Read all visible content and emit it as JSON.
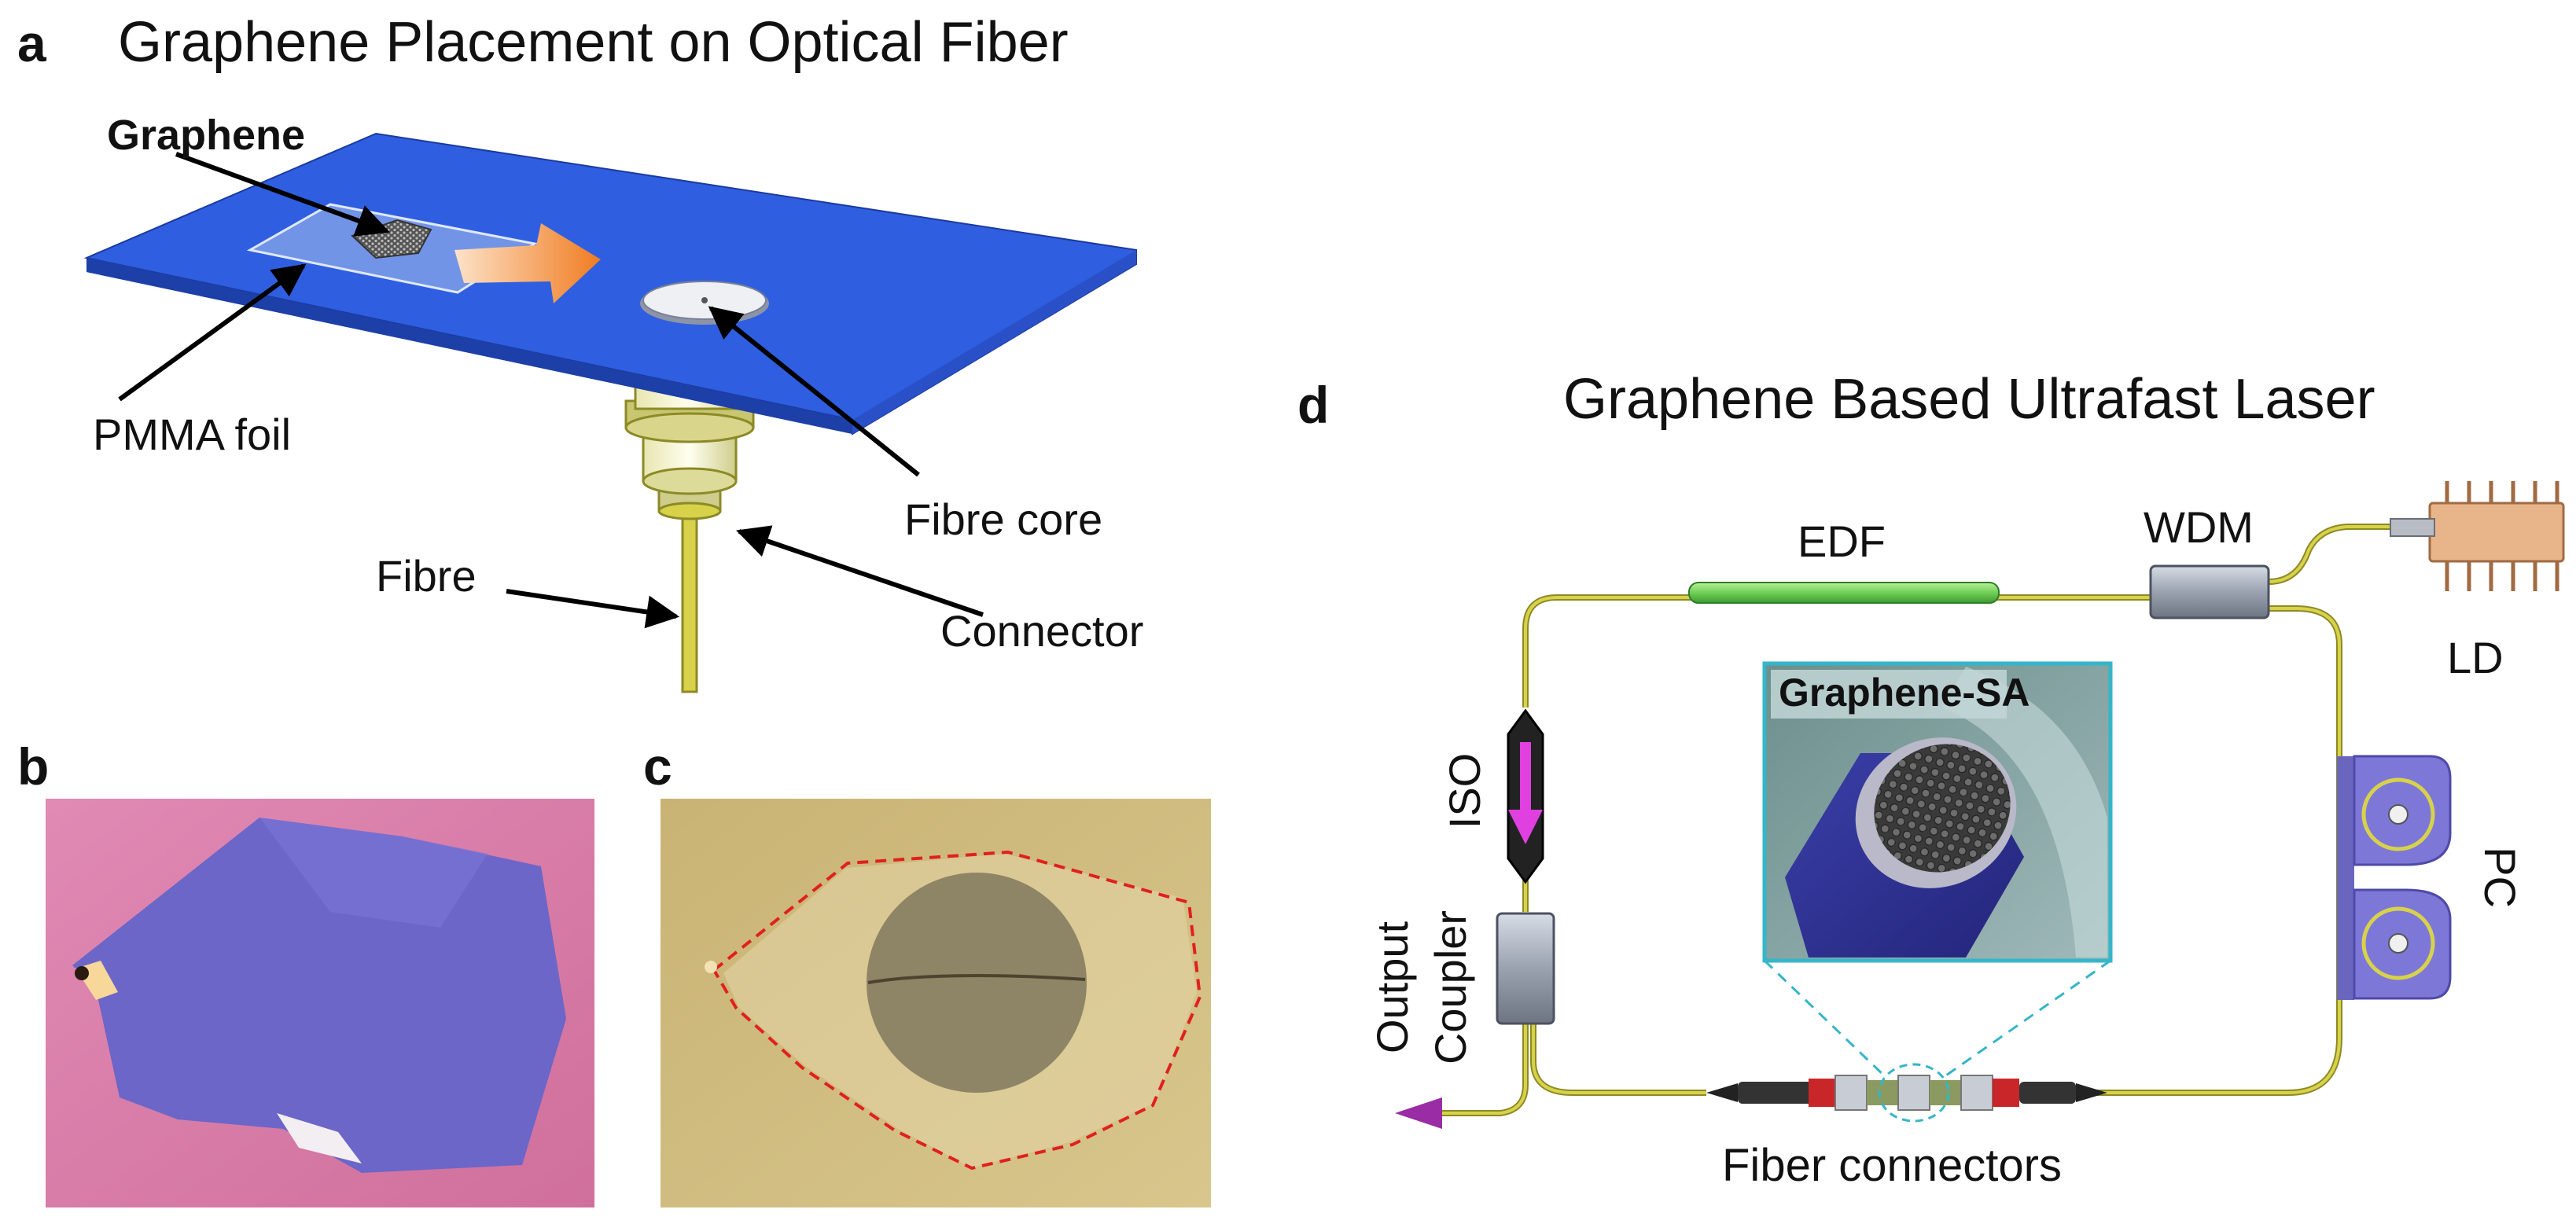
{
  "panel_a": {
    "letter": "a",
    "title": "Graphene Placement on Optical Fiber",
    "labels": {
      "graphene": "Graphene",
      "pmma": "PMMA foil",
      "core": "Fibre core",
      "fibre": "Fibre",
      "connector": "Connector"
    }
  },
  "panel_b": {
    "letter": "b"
  },
  "panel_c": {
    "letter": "c"
  },
  "panel_d": {
    "letter": "d",
    "title": "Graphene Based Ultrafast Laser",
    "labels": {
      "edf": "EDF",
      "wdm": "WDM",
      "ld": "LD",
      "iso": "ISO",
      "sa": "Graphene-SA",
      "pc": "PC",
      "output": "Output",
      "coupler": "Coupler",
      "connectors": "Fiber connectors"
    }
  },
  "colors": {
    "substrate": "#2f5fe0",
    "arrow_orange": "#f08a3a",
    "fiber_yellow": "#d8d24a",
    "edf_green": "#6fcf55",
    "inset_border": "#35b5c9",
    "optical_pink": "#d97aa7",
    "flake_blue": "#6b66c8",
    "optical_gold": "#cbb77a",
    "dashed_red": "#e02020",
    "iso_magenta": "#e040e0",
    "pc_purple": "#7d78d8"
  },
  "icons": [
    "iso-arrow-icon",
    "output-arrow-icon",
    "laser-diode-icon"
  ]
}
